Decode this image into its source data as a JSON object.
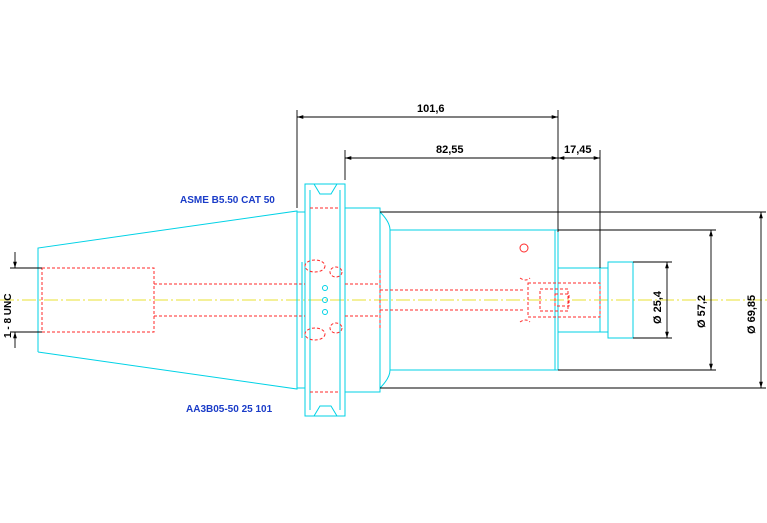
{
  "dimensions": {
    "total_length": "101,6",
    "gauge_to_face": "82,55",
    "flange_length": "17,45",
    "dia_bore": "Ø  25,4",
    "dia_body": "Ø  57,2",
    "dia_flange": "Ø  69,85",
    "thread": "1 - 8 UNC"
  },
  "labels": {
    "standard": "ASME B5.50 CAT 50",
    "part_number": "AA3B05-50 25 101"
  },
  "colors": {
    "outline": "#00d2e6",
    "hidden": "#ff2a2a",
    "dimension": "#000000",
    "axis": "#e8e030",
    "label": "#1a3cc8"
  }
}
